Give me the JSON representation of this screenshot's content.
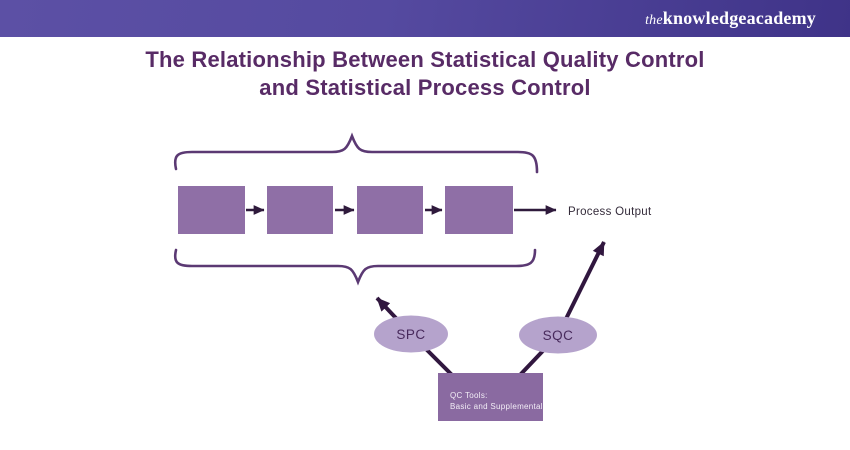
{
  "header": {
    "logo": {
      "the": "the",
      "knowledge": "knowledge",
      "academy": "academy"
    }
  },
  "title": {
    "line1": "The Relationship Between Statistical Quality Control",
    "line2": "and Statistical Process Control"
  },
  "diagram": {
    "process_steps_count": 4,
    "process_output_label": "Process Output",
    "spc_label": "SPC",
    "sqc_label": "SQC",
    "qc_tools": {
      "line1": "QC Tools:",
      "line2": "Basic and Supplemental"
    },
    "colors": {
      "box_fill": "#8F6FA6",
      "ellipse_fill": "#B5A3CC",
      "ellipse_text": "#482A5C",
      "qc_box_fill": "#8A6AA1",
      "qc_box_text": "#F2EDF6",
      "brace": "#5B3973",
      "arrow_dark": "#2F1A3C",
      "big_arrow": "#31173F",
      "process_output_text": "#342B3A",
      "title_text": "#582B66",
      "header_gradient_start": "#5C50A5",
      "header_gradient_end": "#3F3388"
    }
  }
}
